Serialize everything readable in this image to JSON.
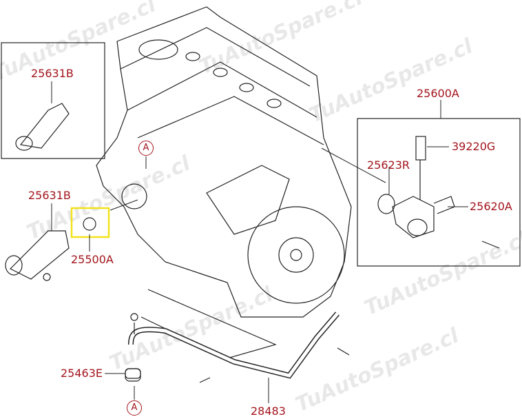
{
  "watermark": "TuAutoSpare.cl",
  "colors": {
    "label": "#a3141c",
    "highlight": "#f2e21a",
    "line": "#222222"
  },
  "parts": {
    "p1": "25631B",
    "p2": "25631B",
    "p3": "25500A",
    "p4": "25600A",
    "p5": "39220G",
    "p6": "25623R",
    "p7": "25620A",
    "p8": "25463E",
    "p9": "28483"
  },
  "refs": {
    "a1": "A",
    "a2": "A"
  }
}
